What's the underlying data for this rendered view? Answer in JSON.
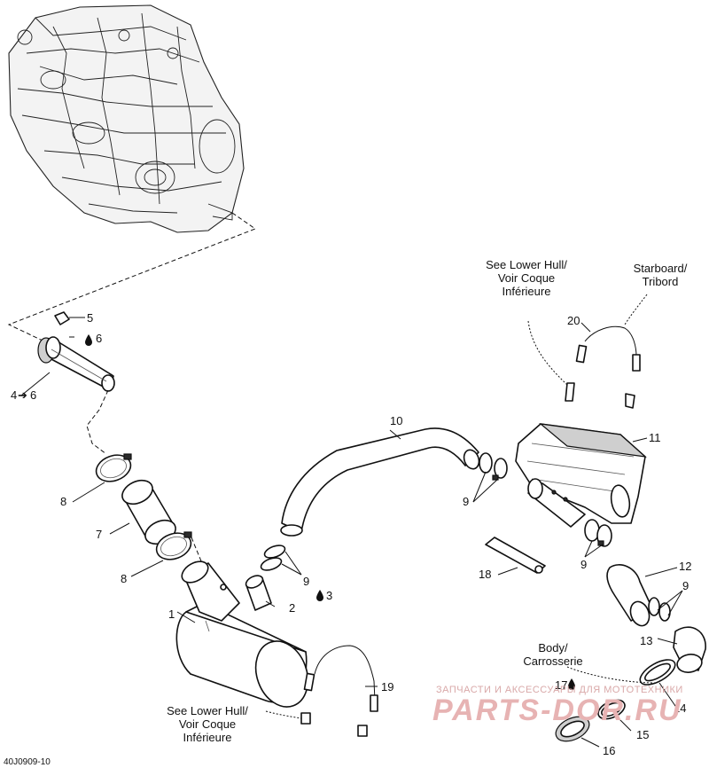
{
  "diagram": {
    "code": "40J0909-10",
    "callouts": {
      "c1": "1",
      "c2": "2",
      "c3": "3",
      "c4": "4",
      "c4_arrow": "➔",
      "c4_to": "6",
      "c5": "5",
      "c6": "6",
      "c7": "7",
      "c8a": "8",
      "c8b": "8",
      "c9a": "9",
      "c9b": "9",
      "c9c": "9",
      "c9d": "9",
      "c10": "10",
      "c11": "11",
      "c12": "12",
      "c13": "13",
      "c14": "14",
      "c15": "15",
      "c16": "16",
      "c17": "17",
      "c18": "18",
      "c19": "19",
      "c20": "20"
    },
    "notes": {
      "lower_hull_top": [
        "See Lower Hull/",
        "Voir Coque",
        "Inférieure"
      ],
      "lower_hull_bottom": [
        "See Lower Hull/",
        "Voir Coque",
        "Inférieure"
      ],
      "starboard": [
        "Starboard/",
        "Tribord"
      ],
      "body": [
        "Body/",
        "Carrosserie"
      ]
    },
    "icons": {
      "fluid_drop": "drop-icon",
      "arrow": "arrow-right-icon"
    }
  },
  "watermark": {
    "top_text": "ЗАПЧАСТИ И АКСЕССУАРЫ ДЛЯ МОТОТЕХНИКИ",
    "logo_text": "PARTS-DOR.RU",
    "color": "#e7b3b3"
  }
}
